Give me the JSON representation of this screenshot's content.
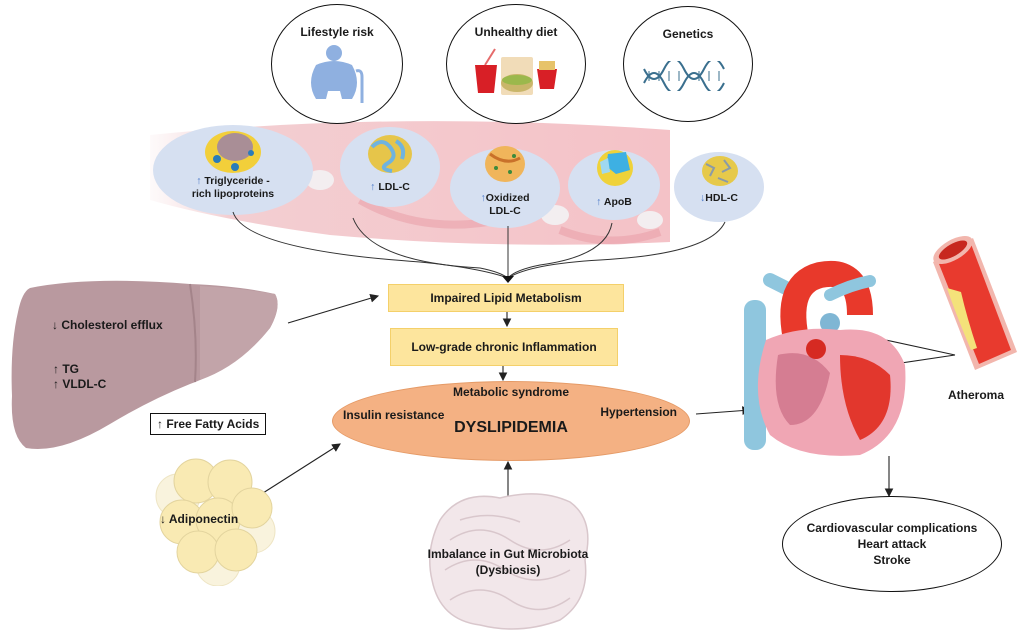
{
  "risk_factors": [
    {
      "label": "Lifestyle risk",
      "icon": "obese-person-icon"
    },
    {
      "label": "Unhealthy diet",
      "icon": "fast-food-icon"
    },
    {
      "label": "Genetics",
      "icon": "dna-icon"
    }
  ],
  "lipoproteins": [
    {
      "arrow": "↑",
      "label": "Triglyceride -",
      "label2": "rich lipoproteins",
      "icon": "tg-lipoprotein-icon"
    },
    {
      "arrow": "↑",
      "label": "LDL-C",
      "label2": "",
      "icon": "ldl-particle-icon"
    },
    {
      "arrow": "↑",
      "label": "Oxidized",
      "label2": "LDL-C",
      "icon": "oxidized-ldl-icon"
    },
    {
      "arrow": "↑",
      "label": "ApoB",
      "label2": "",
      "icon": "apob-particle-icon"
    },
    {
      "arrow": "↓",
      "label": "HDL-C",
      "label2": "",
      "icon": "hdl-particle-icon"
    }
  ],
  "flow": {
    "box1": "Impaired Lipid  Metabolism",
    "box2": "Low-grade chronic Inflammation"
  },
  "dyslipidemia": {
    "title": "DYSLIPIDEMIA",
    "top": "Metabolic  syndrome",
    "left": "Insulin resistance",
    "right": "Hypertension"
  },
  "liver": {
    "line1": "↓ Cholesterol efflux",
    "line2": "↑ TG",
    "line3": "↑ VLDL-C"
  },
  "free_fatty_acids": "↑ Free Fatty Acids",
  "adipose": "↓ Adiponectin",
  "gut": {
    "line1": "Imbalance in Gut Microbiota",
    "line2": "(Dysbiosis)"
  },
  "atheroma": "Atheroma",
  "outcomes": {
    "line1": "Cardiovascular complications",
    "line2": "Heart attack",
    "line3": "Stroke"
  },
  "colors": {
    "flow_box": "#fde59d",
    "dyslipidemia": "#f4b183",
    "lipoprotein_bubble": "#d6e0f1",
    "liver": "#b9999f",
    "arrow_blue": "#4a78c8"
  }
}
